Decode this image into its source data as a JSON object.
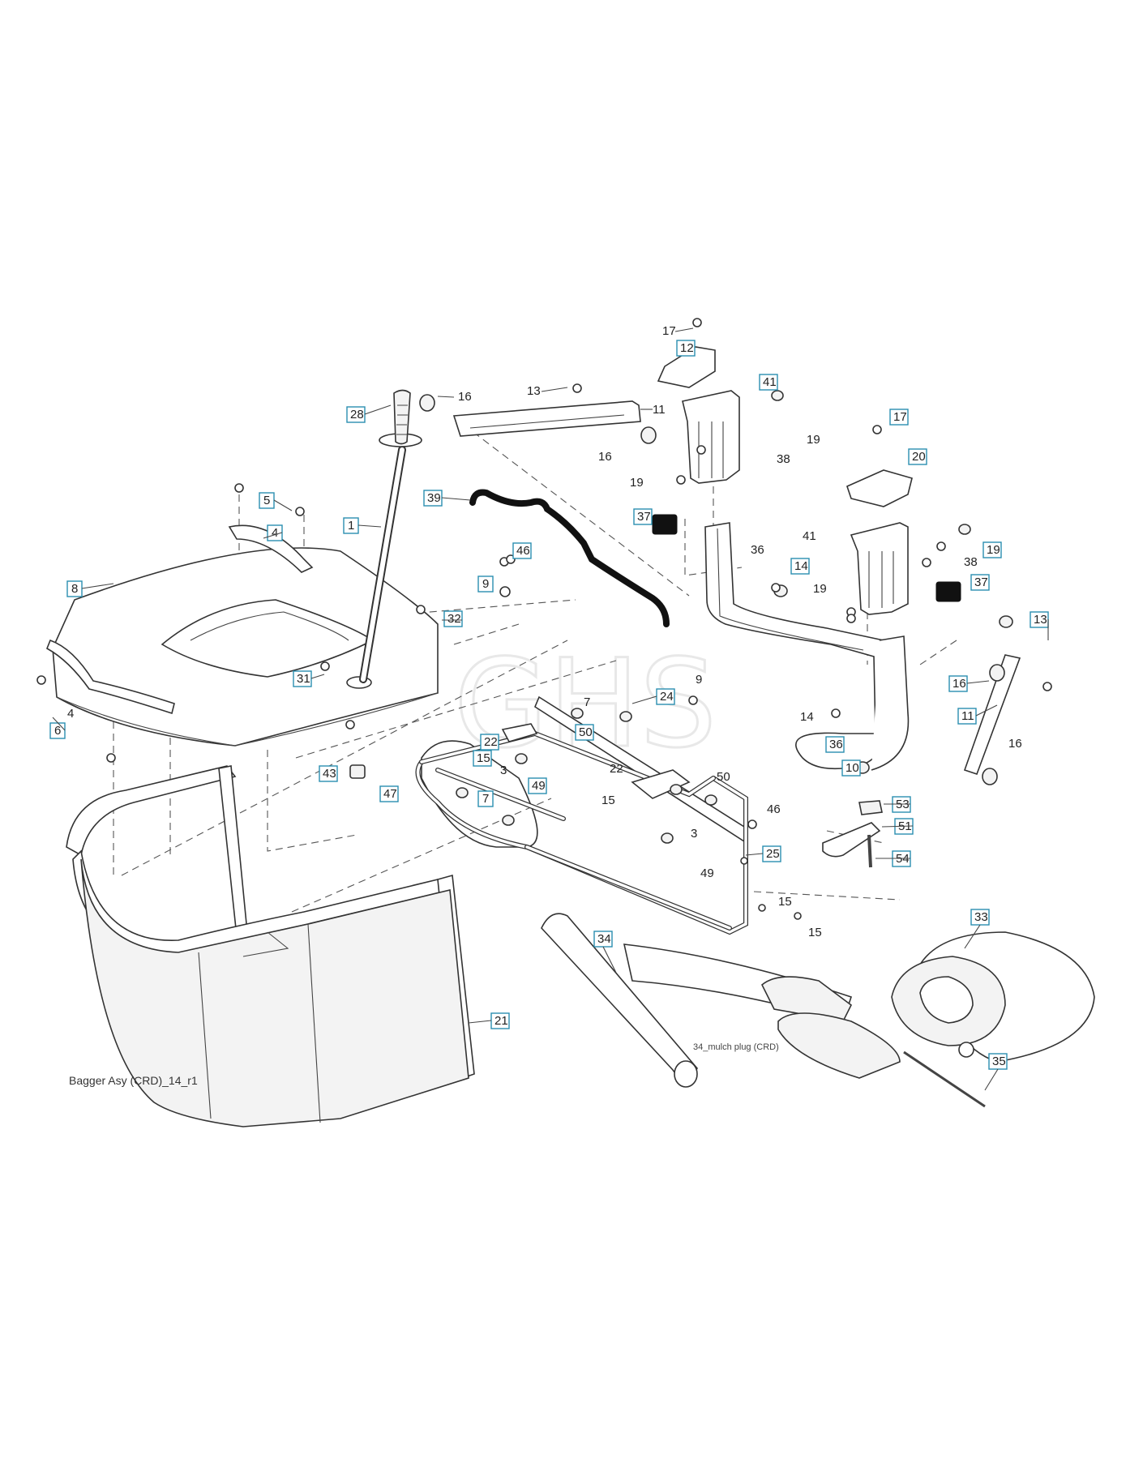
{
  "caption": "Bagger Asy (CRD)_14_r1",
  "note_34": "34_mulch plug (CRD)",
  "watermark": "GHS",
  "labels": {
    "p1": "1",
    "p3a": "3",
    "p3b": "3",
    "p4a": "4",
    "p4b": "4",
    "p5": "5",
    "p6": "6",
    "p7a": "7",
    "p7b": "7",
    "p8": "8",
    "p9a": "9",
    "p9b": "9",
    "p10": "10",
    "p11a": "11",
    "p11b": "11",
    "p12": "12",
    "p13a": "13",
    "p13b": "13",
    "p14a": "14",
    "p14b": "14",
    "p15a": "15",
    "p15b": "15",
    "p15c": "15",
    "p15d": "15",
    "p16a": "16",
    "p16b": "16",
    "p16c": "16",
    "p16d": "16",
    "p17a": "17",
    "p17b": "17",
    "p19a": "19",
    "p19b": "19",
    "p19c": "19",
    "p19d": "19",
    "p20": "20",
    "p21": "21",
    "p22a": "22",
    "p22b": "22",
    "p24": "24",
    "p25": "25",
    "p28": "28",
    "p31": "31",
    "p32": "32",
    "p33": "33",
    "p34": "34",
    "p35": "35",
    "p36a": "36",
    "p36b": "36",
    "p37a": "37",
    "p37b": "37",
    "p38a": "38",
    "p38b": "38",
    "p39": "39",
    "p41a": "41",
    "p41b": "41",
    "p43": "43",
    "p46a": "46",
    "p46b": "46",
    "p47": "47",
    "p49a": "49",
    "p49b": "49",
    "p50a": "50",
    "p50b": "50",
    "p51": "51",
    "p53": "53",
    "p54": "54"
  }
}
